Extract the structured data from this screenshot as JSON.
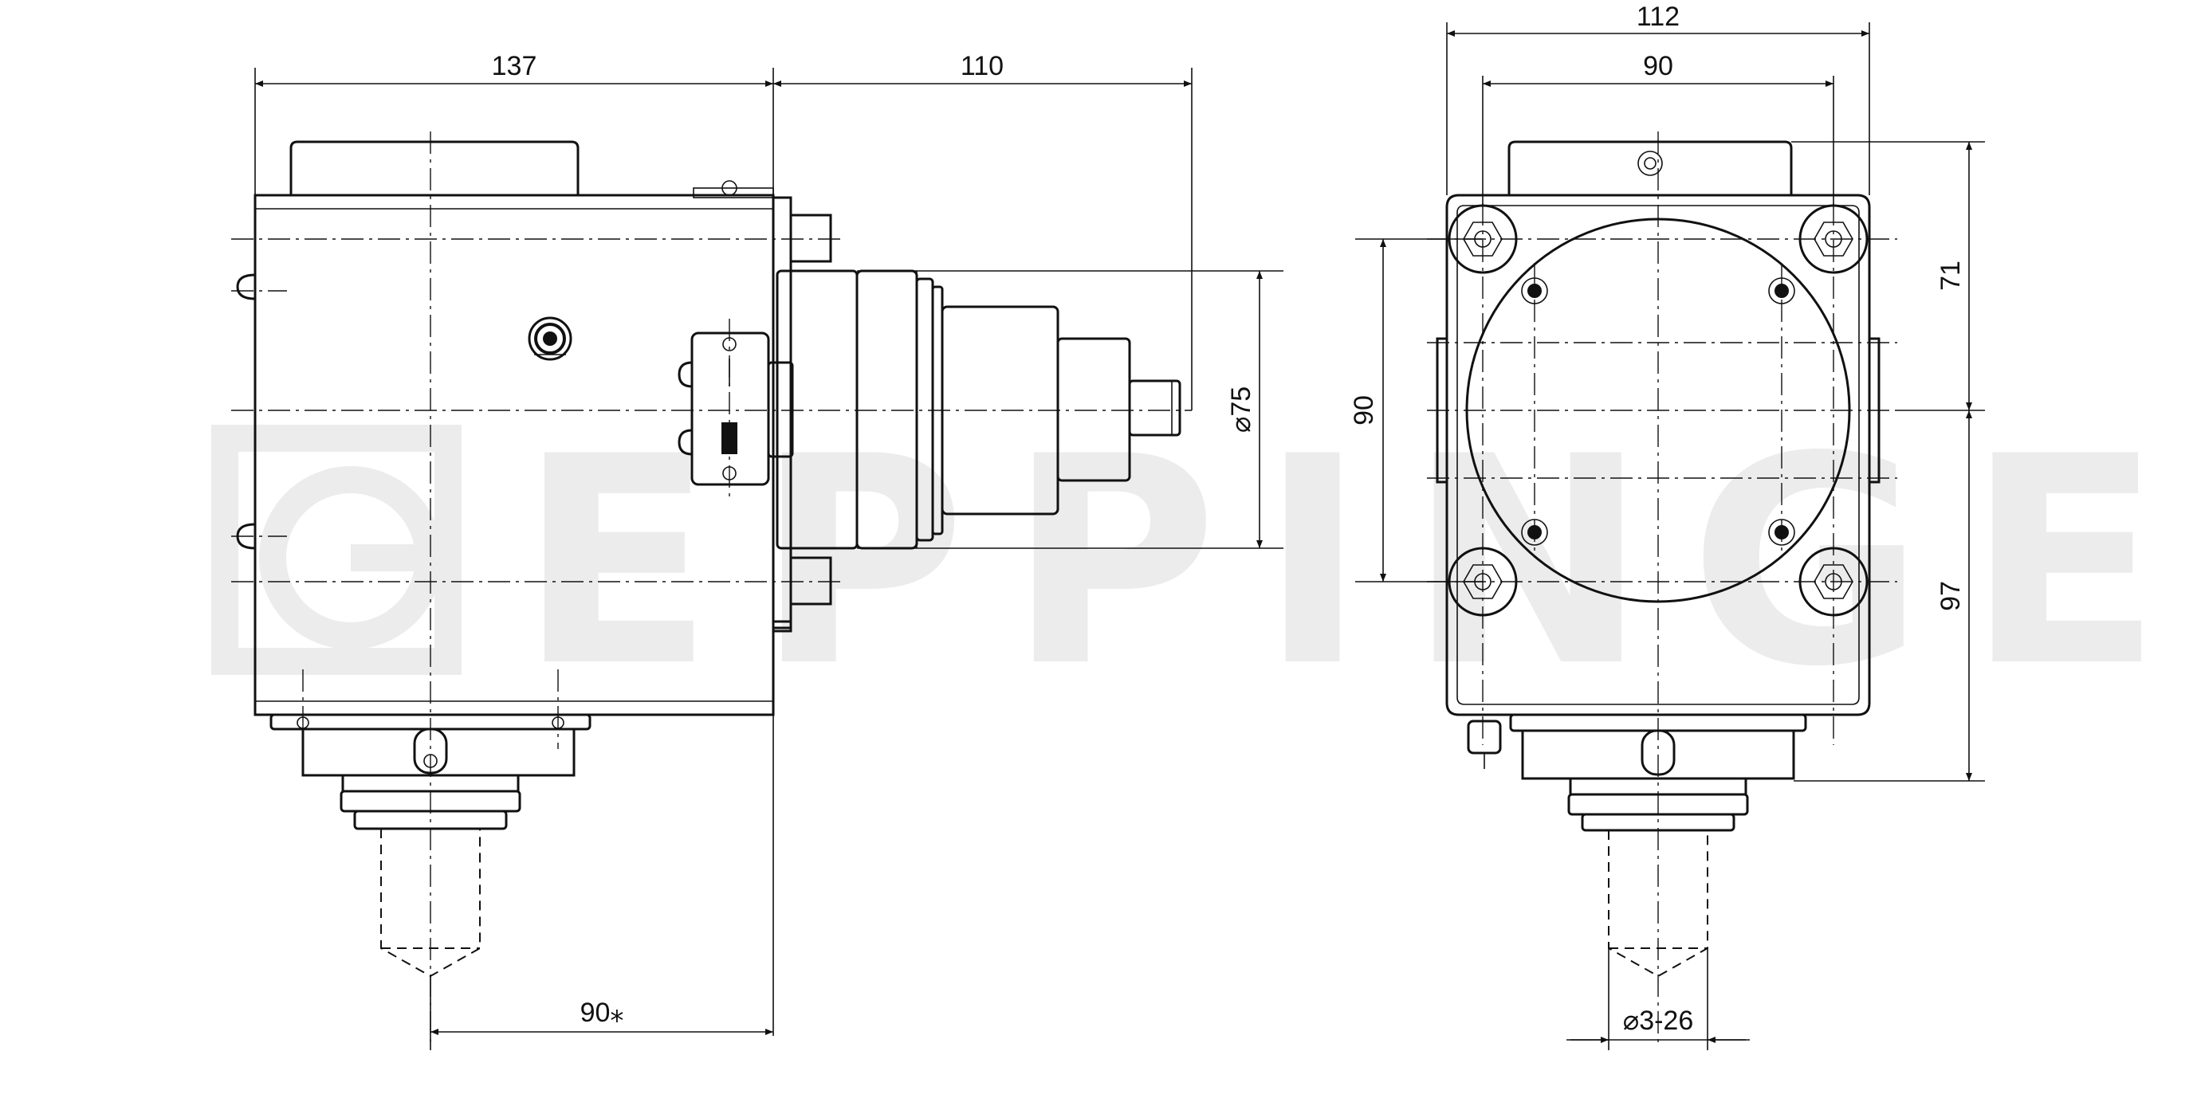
{
  "watermark": {
    "brand": "EPPINGER"
  },
  "side_view": {
    "dim_width_top": "137",
    "dim_shaft_length": "110",
    "dim_diameter": "⌀75",
    "dim_bottom": "90⁎"
  },
  "front_view": {
    "dim_overall_width": "112",
    "dim_bolt_spacing_h": "90",
    "dim_bolt_spacing_v": "90",
    "dim_upper_height": "71",
    "dim_lower_height": "97",
    "dim_collet_range": "⌀3-26"
  },
  "colors": {
    "line": "#111111",
    "watermark": "#ececec",
    "background": "#ffffff"
  }
}
